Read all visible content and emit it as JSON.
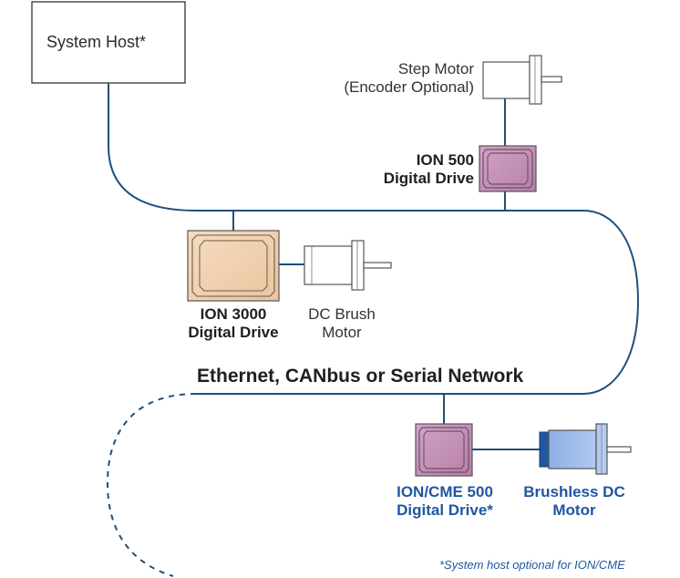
{
  "host": {
    "label": "System Host*"
  },
  "step_motor": {
    "line1": "Step Motor",
    "line2": "(Encoder Optional)"
  },
  "ion500": {
    "line1": "ION 500",
    "line2": "Digital Drive"
  },
  "ion3000": {
    "line1": "ION 3000",
    "line2": "Digital Drive"
  },
  "dc_brush": {
    "line1": "DC Brush",
    "line2": "Motor"
  },
  "network": {
    "label": "Ethernet, CANbus or Serial Network"
  },
  "ioncme": {
    "line1": "ION/CME 500",
    "line2": "Digital Drive*"
  },
  "brushless": {
    "line1": "Brushless DC",
    "line2": "Motor"
  },
  "footnote": {
    "text": "*System host optional for ION/CME"
  },
  "colors": {
    "line": "#1f4f7a",
    "ion3000_fill": "#f3d8b8",
    "ion500_fill": "#c58fb6",
    "brushless_fill": "#9fb8e8",
    "brushless_flange": "#1f57a3",
    "label_blue": "#1f57a3"
  }
}
